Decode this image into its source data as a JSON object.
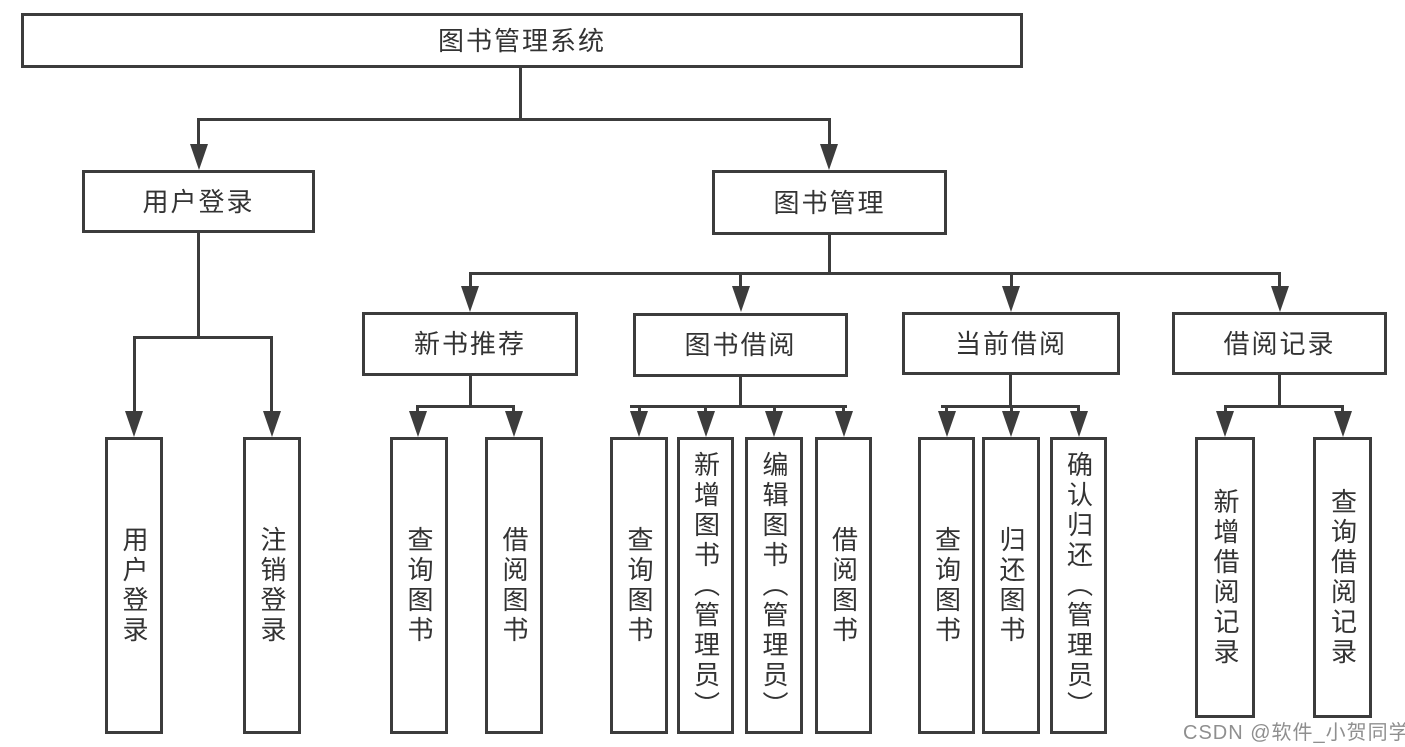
{
  "root": {
    "label": "图书管理系统"
  },
  "level2": {
    "user_login": "用户登录",
    "book_mgmt": "图书管理"
  },
  "level3": {
    "new_book": "新书推荐",
    "book_borrow": "图书借阅",
    "current_borrow": "当前借阅",
    "borrow_record": "借阅记录"
  },
  "leaves": {
    "user_login_login": "用户登录",
    "user_login_logout": "注销登录",
    "new_book_query": "查询图书",
    "new_book_borrow": "借阅图书",
    "borrow_query": "查询图书",
    "borrow_add": "新增图书（管理员）",
    "borrow_edit": "编辑图书（管理员）",
    "borrow_borrow": "借阅图书",
    "current_query": "查询图书",
    "current_return": "归还图书",
    "current_confirm": "确认归还（管理员）",
    "record_add": "新增借阅记录",
    "record_query": "查询借阅记录"
  },
  "watermark": "CSDN @软件_小贺同学",
  "colors": {
    "line": "#3c3c3c",
    "text": "#333333",
    "watermark": "#8f8f8f",
    "background": "#ffffff"
  }
}
